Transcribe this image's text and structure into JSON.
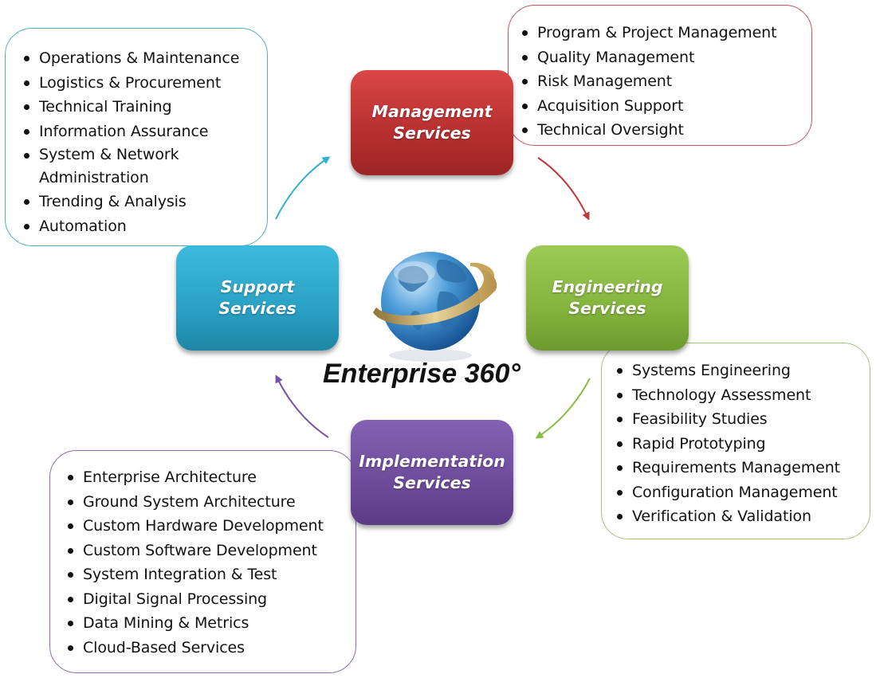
{
  "title": "Enterprise 360°",
  "colors": {
    "management": "#c0393a",
    "engineering": "#8cbb46",
    "support": "#33afd3",
    "implementation": "#7553a3"
  },
  "services": {
    "management": {
      "line1": "Management",
      "line2": "Services"
    },
    "engineering": {
      "line1": "Engineering",
      "line2": "Services"
    },
    "support": {
      "line1": "Support",
      "line2": "Services"
    },
    "implementation": {
      "line1": "Implementation",
      "line2": "Services"
    }
  },
  "lists": {
    "management": [
      "Program & Project Management",
      "Quality Management",
      "Risk Management",
      "Acquisition Support",
      "Technical Oversight"
    ],
    "support": [
      "Operations & Maintenance",
      "Logistics & Procurement",
      "Technical Training",
      "Information Assurance",
      "System & Network Administration",
      "Trending & Analysis",
      "Automation"
    ],
    "engineering": [
      "Systems Engineering",
      "Technology Assessment",
      "Feasibility Studies",
      "Rapid Prototyping",
      "Requirements Management",
      "Configuration Management",
      "Verification & Validation"
    ],
    "implementation": [
      "Enterprise Architecture",
      "Ground System Architecture",
      "Custom Hardware Development",
      "Custom Software Development",
      "System Integration & Test",
      "Digital Signal Processing",
      "Data Mining & Metrics",
      "Cloud-Based Services"
    ]
  },
  "icons": {
    "center": "globe-with-orbit-ring-icon",
    "bullet": "bullet-dot-icon"
  }
}
